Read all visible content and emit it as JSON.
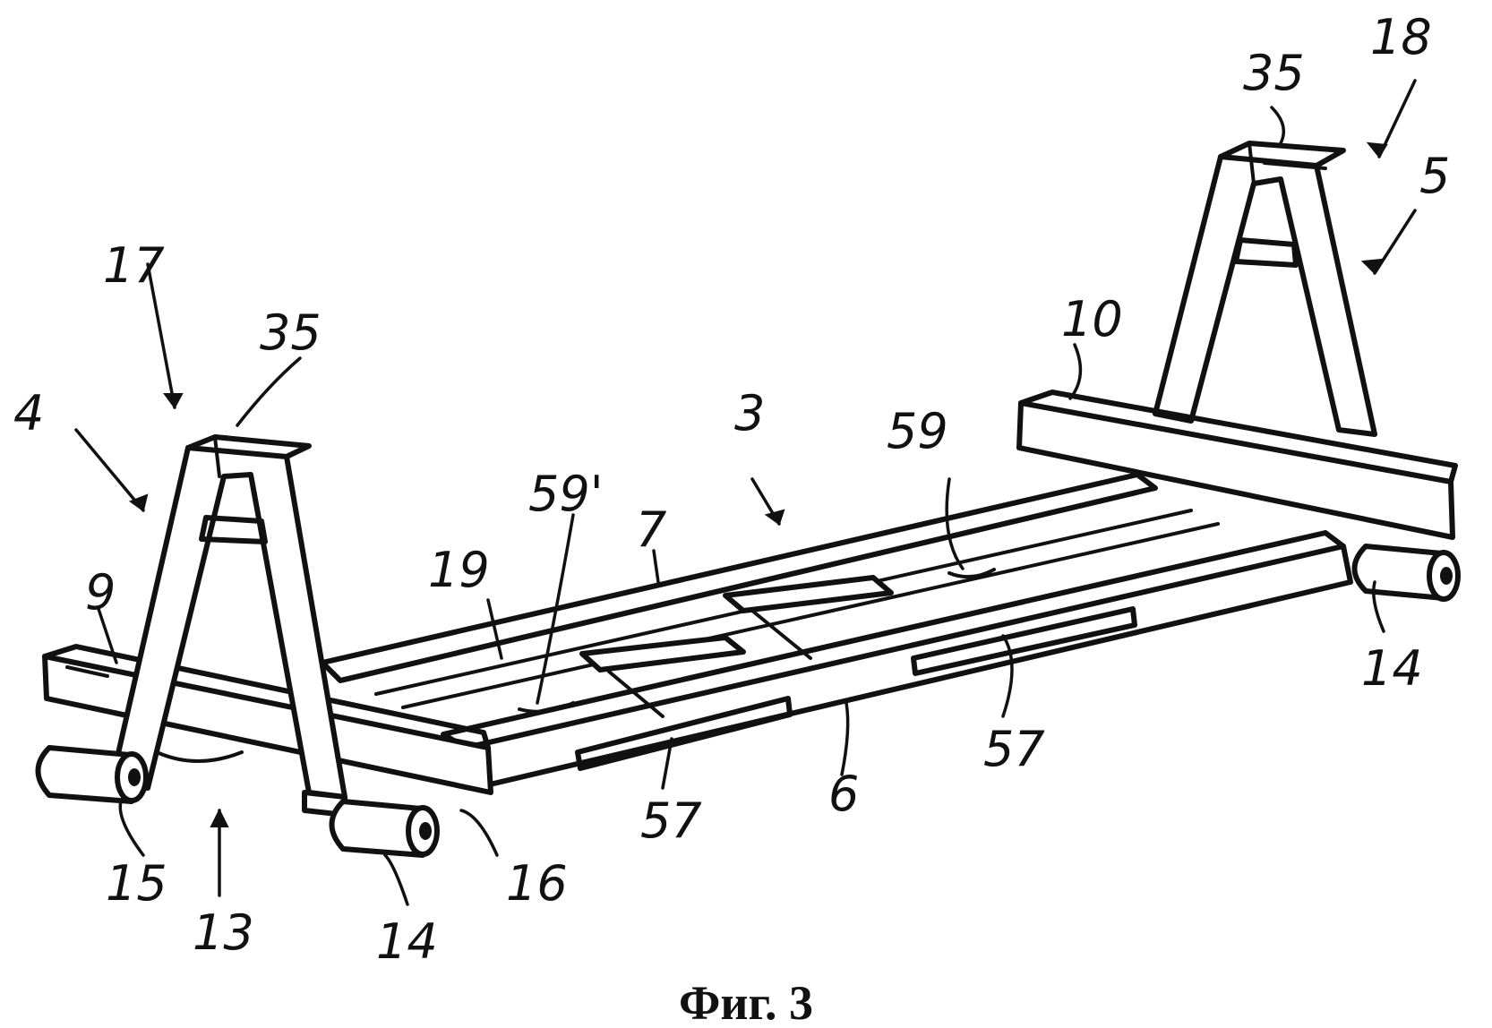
{
  "figure": {
    "caption": "Фиг. 3",
    "labels": [
      {
        "id": "l35a",
        "text": "35"
      },
      {
        "id": "l18",
        "text": "18"
      },
      {
        "id": "l5",
        "text": "5"
      },
      {
        "id": "l17",
        "text": "17"
      },
      {
        "id": "l35b",
        "text": "35"
      },
      {
        "id": "l4",
        "text": "4"
      },
      {
        "id": "l10",
        "text": "10"
      },
      {
        "id": "l3",
        "text": "3"
      },
      {
        "id": "l59a",
        "text": "59"
      },
      {
        "id": "l59b",
        "text": "59'"
      },
      {
        "id": "l7",
        "text": "7"
      },
      {
        "id": "l19",
        "text": "19"
      },
      {
        "id": "l9",
        "text": "9"
      },
      {
        "id": "l14a",
        "text": "14"
      },
      {
        "id": "l57a",
        "text": "57"
      },
      {
        "id": "l6",
        "text": "6"
      },
      {
        "id": "l57b",
        "text": "57"
      },
      {
        "id": "l15",
        "text": "15"
      },
      {
        "id": "l16",
        "text": "16"
      },
      {
        "id": "l13",
        "text": "13"
      },
      {
        "id": "l14b",
        "text": "14"
      }
    ]
  }
}
